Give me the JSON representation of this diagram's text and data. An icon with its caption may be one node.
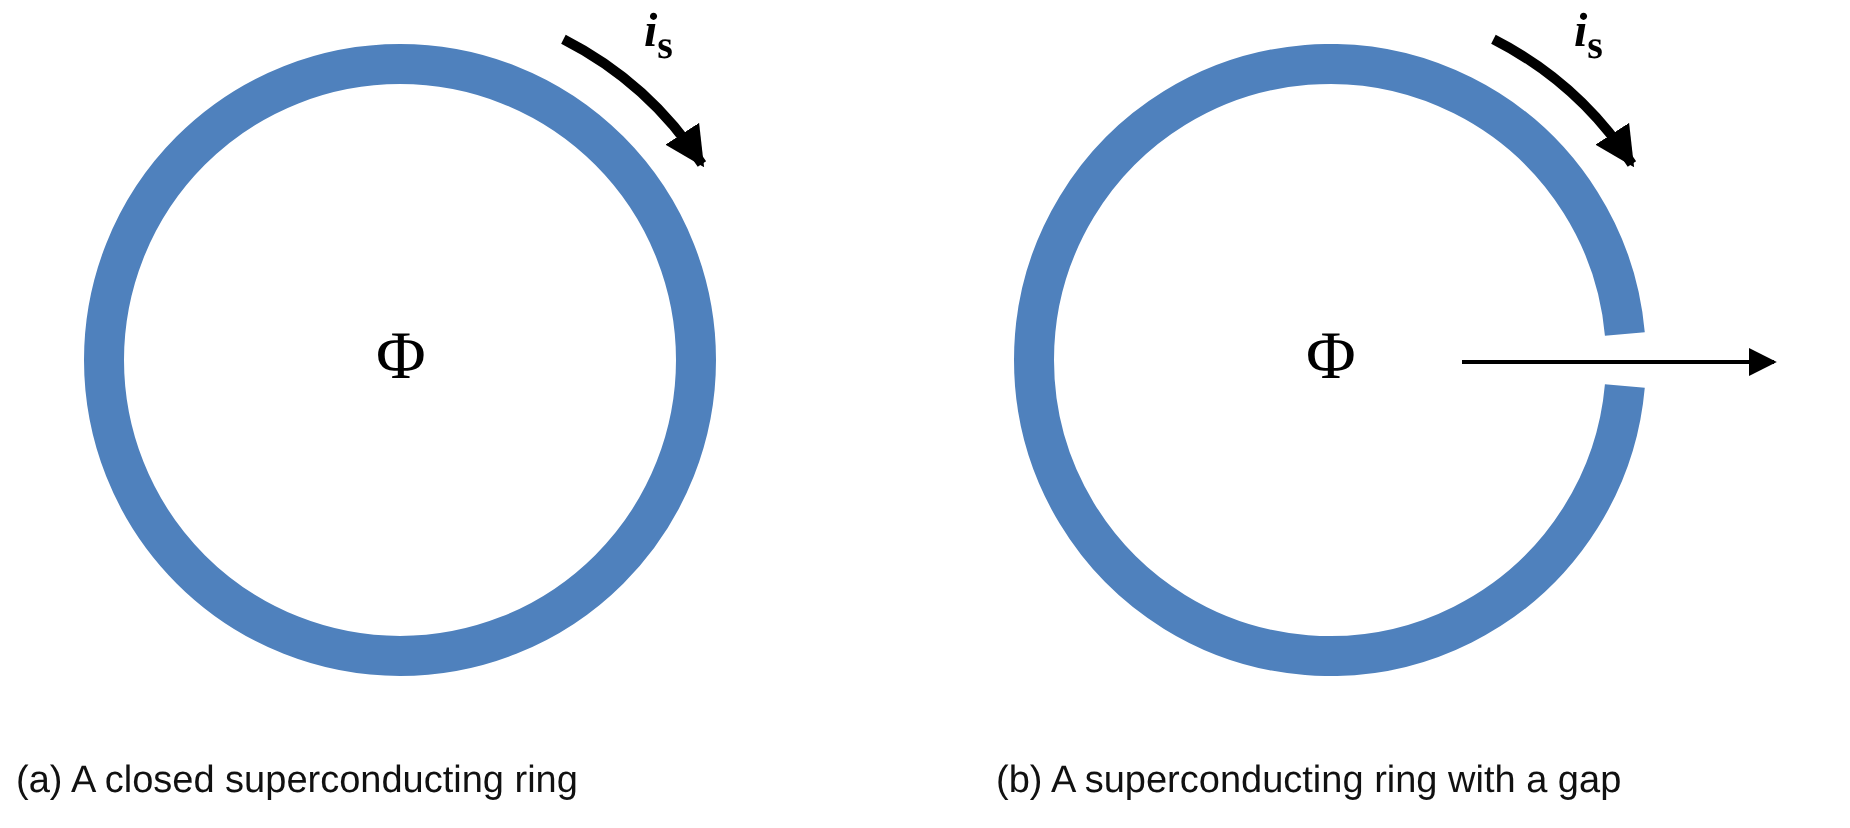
{
  "diagram": {
    "nodes": [
      {
        "text": [
          "Φ"
        ],
        "beside": [
          "(a) A closed superconducting ring"
        ]
      },
      {
        "text": [
          "Φ"
        ],
        "beside": [
          "(b) A superconducting ring with a gap"
        ]
      }
    ],
    "labels": [
      "*i*$_{s}$",
      "*i*$_{s}$"
    ]
  }
}
